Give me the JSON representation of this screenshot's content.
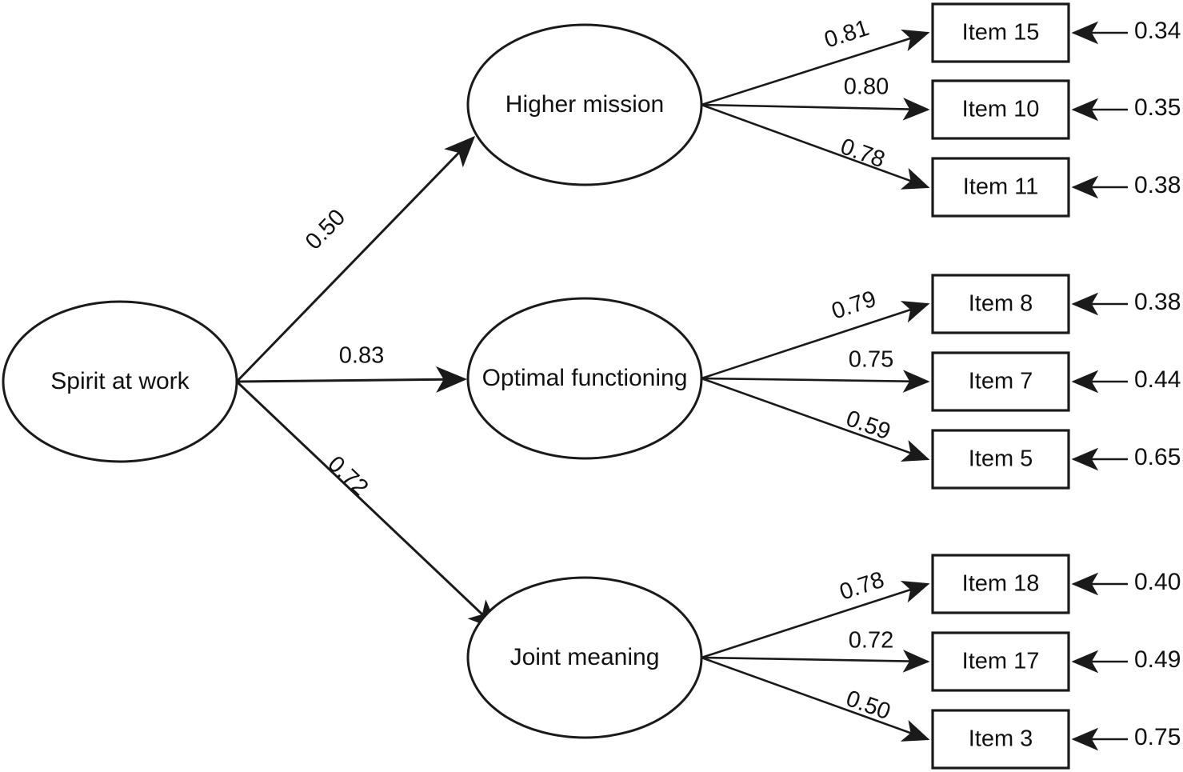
{
  "diagram": {
    "title": "Spirit at Work second-order factor model",
    "type": "path-diagram",
    "background_color": "#ffffff",
    "stroke_color": "#1a1a1a"
  },
  "chart_data": {
    "type": "diagram",
    "title": "Spirit at Work second-order factor model",
    "exogenous": {
      "id": "spirit-at-work",
      "label": "Spirit at work",
      "shape": "ellipse"
    },
    "factors": [
      {
        "id": "higher-mission",
        "label": "Higher mission",
        "shape": "ellipse",
        "structural_path": "0.50",
        "indicators": [
          {
            "label": "Item 15",
            "loading": "0.81",
            "residual": "0.34"
          },
          {
            "label": "Item 10",
            "loading": "0.80",
            "residual": "0.35"
          },
          {
            "label": "Item 11",
            "loading": "0.78",
            "residual": "0.38"
          }
        ]
      },
      {
        "id": "optimal-functioning",
        "label": "Optimal functioning",
        "shape": "ellipse",
        "structural_path": "0.83",
        "indicators": [
          {
            "label": "Item 8",
            "loading": "0.79",
            "residual": "0.38"
          },
          {
            "label": "Item 7",
            "loading": "0.75",
            "residual": "0.44"
          },
          {
            "label": "Item 5",
            "loading": "0.59",
            "residual": "0.65"
          }
        ]
      },
      {
        "id": "joint-meaning",
        "label": "Joint meaning",
        "shape": "ellipse",
        "structural_path": "0.72",
        "indicators": [
          {
            "label": "Item 18",
            "loading": "0.78",
            "residual": "0.40"
          },
          {
            "label": "Item 17",
            "loading": "0.72",
            "residual": "0.49"
          },
          {
            "label": "Item 3",
            "loading": "0.50",
            "residual": "0.75"
          }
        ]
      }
    ]
  },
  "nodes": {
    "spirit": {
      "label": "Spirit at work"
    },
    "factor1": {
      "label": "Higher mission"
    },
    "factor2": {
      "label": "Optimal functioning"
    },
    "factor3": {
      "label": "Joint meaning"
    }
  },
  "items": {
    "i15": {
      "label": "Item 15"
    },
    "i10": {
      "label": "Item 10"
    },
    "i11": {
      "label": "Item 11"
    },
    "i8": {
      "label": "Item 8"
    },
    "i7": {
      "label": "Item 7"
    },
    "i5": {
      "label": "Item 5"
    },
    "i18": {
      "label": "Item 18"
    },
    "i17": {
      "label": "Item 17"
    },
    "i3": {
      "label": "Item 3"
    }
  },
  "paths": {
    "p1": {
      "value": "0.50"
    },
    "p2": {
      "value": "0.83"
    },
    "p3": {
      "value": "0.72"
    }
  },
  "loadings": {
    "l15": {
      "value": "0.81"
    },
    "l10": {
      "value": "0.80"
    },
    "l11": {
      "value": "0.78"
    },
    "l8": {
      "value": "0.79"
    },
    "l7": {
      "value": "0.75"
    },
    "l5": {
      "value": "0.59"
    },
    "l18": {
      "value": "0.78"
    },
    "l17": {
      "value": "0.72"
    },
    "l3": {
      "value": "0.50"
    }
  },
  "residuals": {
    "r15": {
      "value": "0.34"
    },
    "r10": {
      "value": "0.35"
    },
    "r11": {
      "value": "0.38"
    },
    "r8": {
      "value": "0.38"
    },
    "r7": {
      "value": "0.44"
    },
    "r5": {
      "value": "0.65"
    },
    "r18": {
      "value": "0.40"
    },
    "r17": {
      "value": "0.49"
    },
    "r3": {
      "value": "0.75"
    }
  }
}
